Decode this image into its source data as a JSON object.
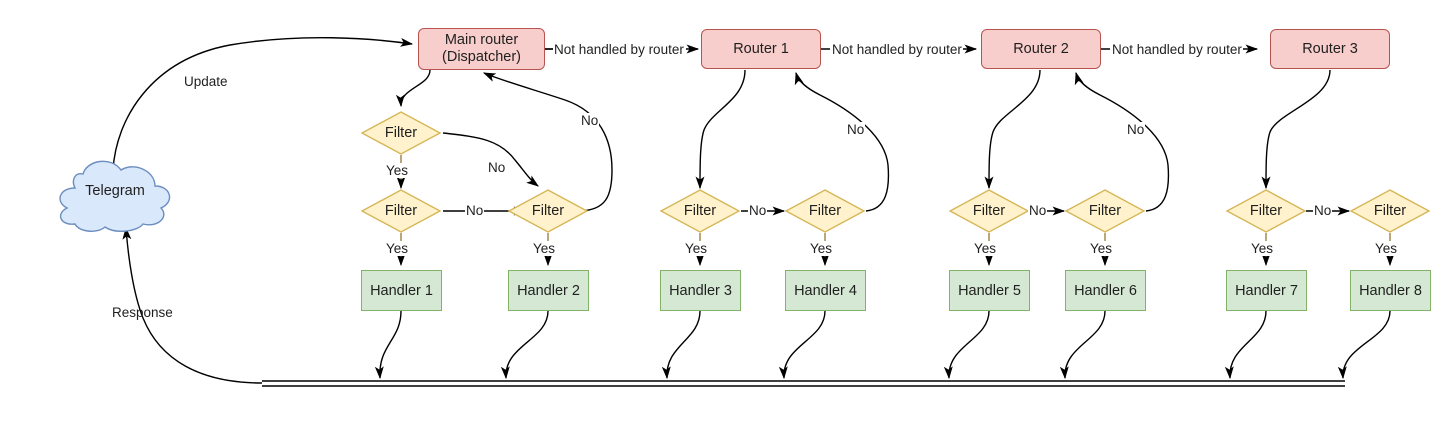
{
  "diagram": {
    "title": "Telegram bot update routing flow",
    "type": "flowchart",
    "colors": {
      "router_fill": "#f8cecc",
      "router_stroke": "#b85450",
      "filter_fill": "#fff2cc",
      "filter_stroke": "#d6b656",
      "handler_fill": "#d5e8d4",
      "handler_stroke": "#82b366",
      "cloud_fill": "#dae8fc",
      "cloud_stroke": "#6c8ebf",
      "edge_stroke": "#000000",
      "text": "#1f1f1f"
    }
  },
  "cloud": {
    "label": "Telegram"
  },
  "routers": [
    {
      "id": "main",
      "line1": "Main router",
      "line2": "(Dispatcher)"
    },
    {
      "id": "router1",
      "line1": "Router 1",
      "line2": ""
    },
    {
      "id": "router2",
      "line1": "Router 2",
      "line2": ""
    },
    {
      "id": "router3",
      "line1": "Router 3",
      "line2": ""
    }
  ],
  "filters": [
    {
      "id": "f1",
      "label": "Filter"
    },
    {
      "id": "f2",
      "label": "Filter"
    },
    {
      "id": "f3",
      "label": "Filter"
    },
    {
      "id": "f4",
      "label": "Filter"
    },
    {
      "id": "f5",
      "label": "Filter"
    },
    {
      "id": "f6",
      "label": "Filter"
    },
    {
      "id": "f7",
      "label": "Filter"
    },
    {
      "id": "f8",
      "label": "Filter"
    }
  ],
  "handlers": [
    {
      "id": "h1",
      "label": "Handler 1"
    },
    {
      "id": "h2",
      "label": "Handler 2"
    },
    {
      "id": "h3",
      "label": "Handler 3"
    },
    {
      "id": "h4",
      "label": "Handler 4"
    },
    {
      "id": "h5",
      "label": "Handler 5"
    },
    {
      "id": "h6",
      "label": "Handler 6"
    },
    {
      "id": "h7",
      "label": "Handler 7"
    },
    {
      "id": "h8",
      "label": "Handler 8"
    }
  ],
  "edge_labels": {
    "update": "Update",
    "response": "Response",
    "not_handled_1": "Not handled by router",
    "not_handled_2": "Not handled by router",
    "not_handled_3": "Not handled by router",
    "no_main_a": "No",
    "no_main_b": "No",
    "yes_f1": "Yes",
    "yes_f2": "Yes",
    "no_f2": "No",
    "no_r1_return": "No",
    "no_f3": "No",
    "yes_f3": "Yes",
    "yes_f4": "Yes",
    "no_r2_return": "No",
    "no_f5": "No",
    "yes_f5": "Yes",
    "yes_f6": "Yes",
    "no_f7": "No",
    "yes_f7": "Yes",
    "yes_f8": "Yes"
  }
}
